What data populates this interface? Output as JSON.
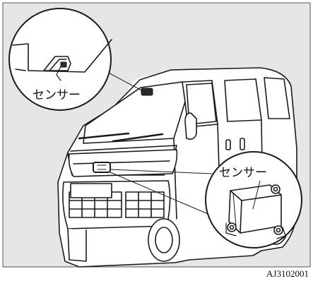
{
  "callouts": {
    "windshield_sensor_label": "センサー",
    "grille_sensor_label": "センサー"
  },
  "figure_code": "AJ3102001",
  "colors": {
    "ink": "#1a1a1a",
    "body_fill": "#ffffff",
    "frame_bg": "#e6e6e6",
    "highlight": "#f4f4f4",
    "dark_fill": "#2a2a2a"
  },
  "icons": {
    "windshield_sensor": "camera-sensor-icon",
    "radar_sensor": "radar-module-icon"
  }
}
